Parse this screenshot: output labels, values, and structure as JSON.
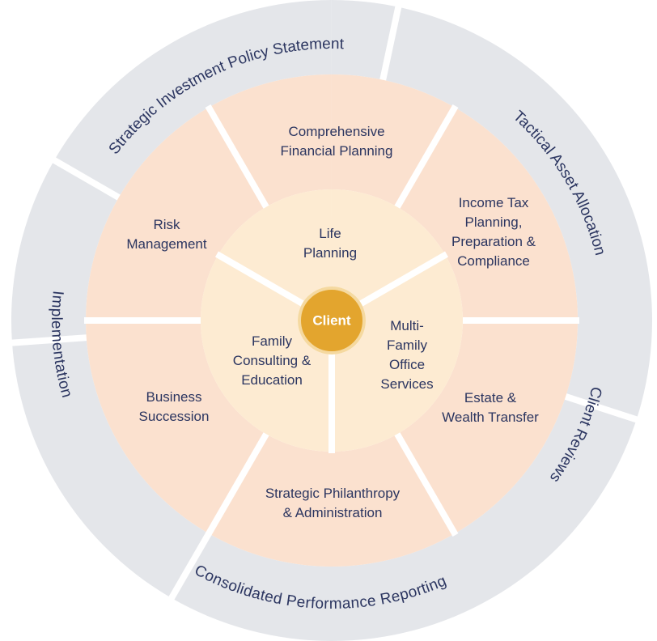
{
  "diagram": {
    "center_label": "Client",
    "inner_ring": [
      {
        "label_lines": [
          "Life",
          "Planning"
        ]
      },
      {
        "label_lines": [
          "Multi-",
          "Family",
          "Office",
          "Services"
        ]
      },
      {
        "label_lines": [
          "Family",
          "Consulting &",
          "Education"
        ]
      }
    ],
    "middle_ring": [
      {
        "label_lines": [
          "Comprehensive",
          "Financial Planning"
        ]
      },
      {
        "label_lines": [
          "Income Tax",
          "Planning,",
          "Preparation &",
          "Compliance"
        ]
      },
      {
        "label_lines": [
          "Estate &",
          "Wealth Transfer"
        ]
      },
      {
        "label_lines": [
          "Strategic Philanthropy",
          "& Administration"
        ]
      },
      {
        "label_lines": [
          "Business",
          "Succession"
        ]
      },
      {
        "label_lines": [
          "Risk",
          "Management"
        ]
      }
    ],
    "outer_ring": [
      {
        "label": "Strategic Investment Policy Statement"
      },
      {
        "label": "Tactical Asset Allocation"
      },
      {
        "label": "Client Reviews"
      },
      {
        "label": "Consolidated Performance Reporting"
      },
      {
        "label": "Implementation"
      }
    ]
  },
  "colors": {
    "outer_ring": "#e4e6ea",
    "middle_ring": "#fbe1cf",
    "inner_ring": "#fdebd2",
    "center": "#e3a52e",
    "center_stroke": "#f5d9a0",
    "text": "#2b3560",
    "separator": "#ffffff"
  }
}
